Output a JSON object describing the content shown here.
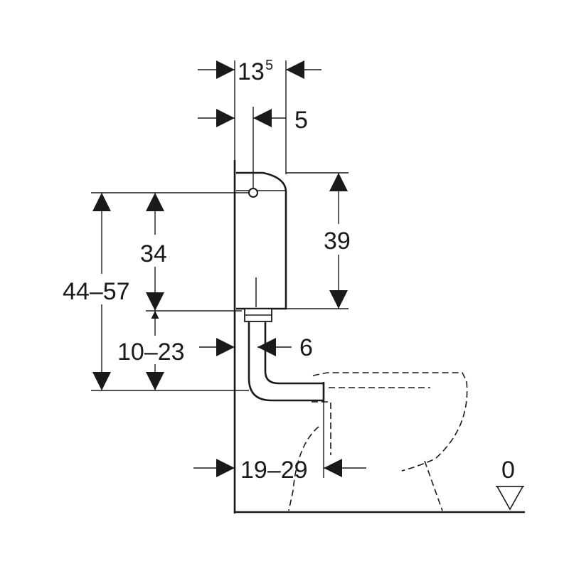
{
  "dimensions": {
    "width_top": {
      "main": "13",
      "sup": "5"
    },
    "offset_top": "5",
    "cistern_height": "39",
    "flush_height": "34",
    "overall_height": "44–57",
    "pipe_bend": "10–23",
    "pipe_offset": "6",
    "wall_to_bowl": "19–29",
    "floor_level": "0"
  }
}
